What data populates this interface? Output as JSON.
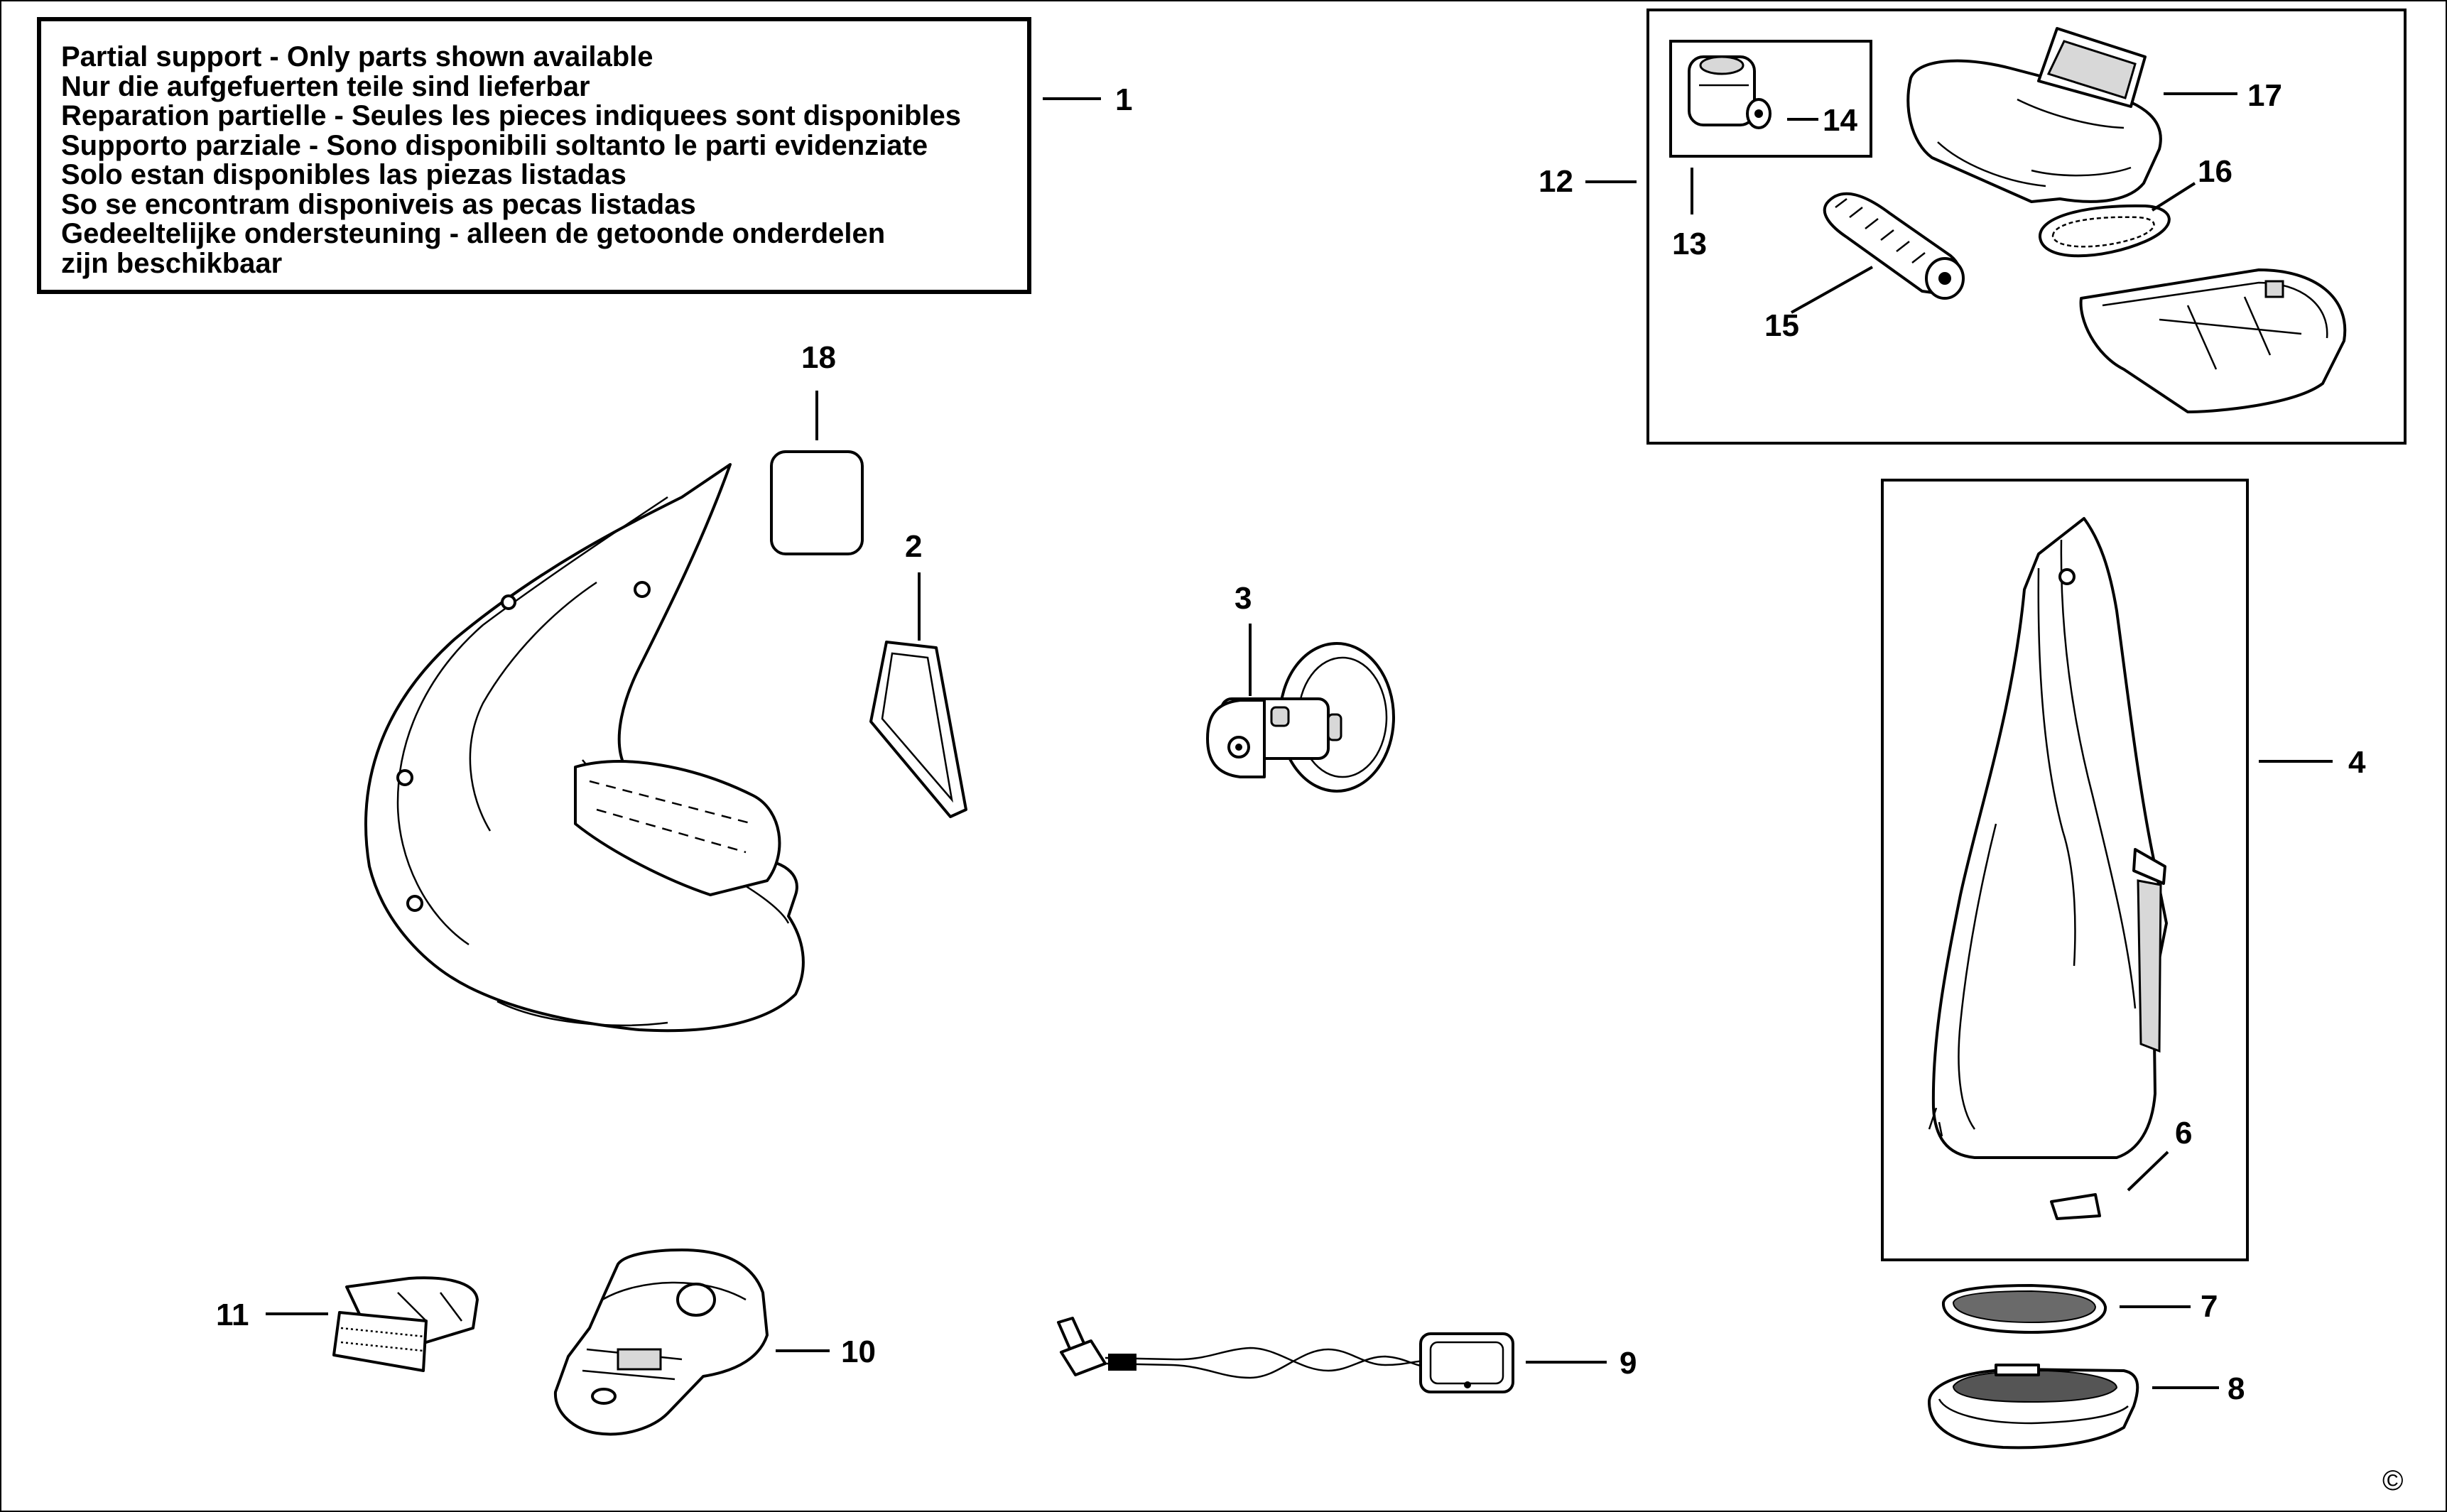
{
  "notice": {
    "lines": [
      "Partial support - Only parts shown available",
      "Nur die aufgefuerten teile sind lieferbar",
      "Reparation partielle - Seules les pieces indiquees sont disponibles",
      "Supporto parziale - Sono disponibili soltanto le parti evidenziate",
      "Solo estan disponibles las piezas listadas",
      "So se encontram disponiveis as pecas listadas",
      "Gedeeltelijke ondersteuning - alleen de getoonde onderdelen",
      "zijn beschikbaar"
    ]
  },
  "callouts": {
    "c1": "1",
    "c2": "2",
    "c3": "3",
    "c4": "4",
    "c6": "6",
    "c7": "7",
    "c8": "8",
    "c9": "9",
    "c10": "10",
    "c11": "11",
    "c12": "12",
    "c13": "13",
    "c14": "14",
    "c15": "15",
    "c16": "16",
    "c17": "17",
    "c18": "18"
  },
  "copyright": "©"
}
